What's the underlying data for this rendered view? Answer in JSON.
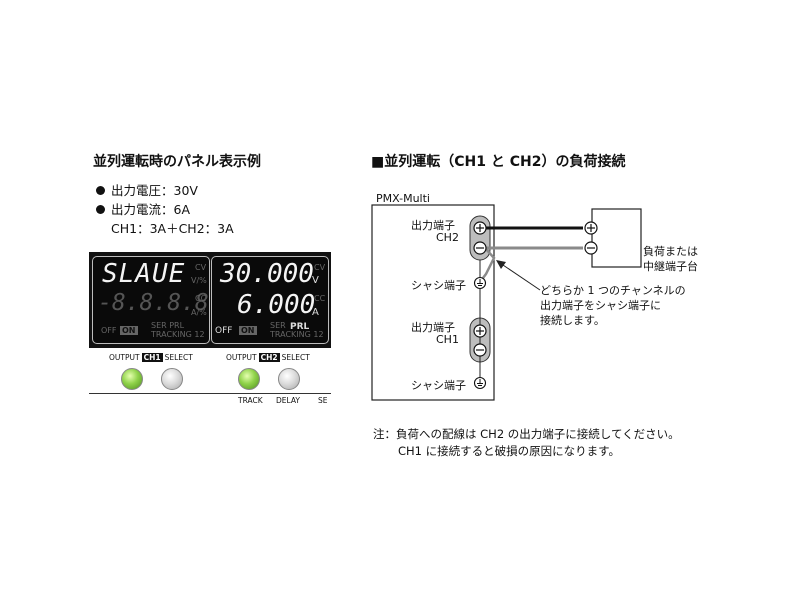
{
  "left": {
    "title": "並列運転時のパネル表示例",
    "specs": {
      "voltage": "出力電圧：30V",
      "current": "出力電流：6A",
      "detail": "CH1：3A＋CH2：3A"
    },
    "panel": {
      "ch1_display": {
        "top_text": "SLAUE",
        "bottom_text": "-8.8.8.8",
        "cv": "CV",
        "unit_top": "V/%",
        "cc": "CC",
        "unit_bottom": "A/%",
        "off": "OFF",
        "on": "ON",
        "ser_prl": "SER  PRL",
        "tracking": "TRACKING 12"
      },
      "ch2_display": {
        "voltage": "30.000",
        "current": "6.000",
        "cv": "CV",
        "unit_v": "V",
        "cc": "CC",
        "unit_a": "A",
        "prl": "PRL",
        "off": "OFF",
        "on": "ON",
        "ser": "SER",
        "tracking": "TRACKING 12"
      },
      "ch1_buttons": {
        "output": "OUTPUT",
        "ch": "CH1",
        "select": "SELECT"
      },
      "ch2_buttons": {
        "output": "OUTPUT",
        "ch": "CH2",
        "select": "SELECT"
      },
      "bottom_labels": {
        "track": "TRACK",
        "delay": "DELAY",
        "se": "SE"
      }
    }
  },
  "right": {
    "title": "■並列運転（CH1 と CH2）の負荷接続",
    "device": "PMX-Multi",
    "out_ch2_line1": "出力端子",
    "out_ch2_line2": "CH2",
    "chassis1": "シャシ端子",
    "out_ch1_line1": "出力端子",
    "out_ch1_line2": "CH1",
    "chassis2": "シャシ端子",
    "load_line1": "負荷または",
    "load_line2": "中継端子台",
    "callout_line1": "どちらか 1 つのチャンネルの",
    "callout_line2": "出力端子をシャシ端子に",
    "callout_line3": "接続します。",
    "plus": "+",
    "minus": "−"
  },
  "note": {
    "line1": "注：負荷への配線は CH2 の出力端子に接続してください。",
    "line2": "CH1 に接続すると破損の原因になります。"
  }
}
